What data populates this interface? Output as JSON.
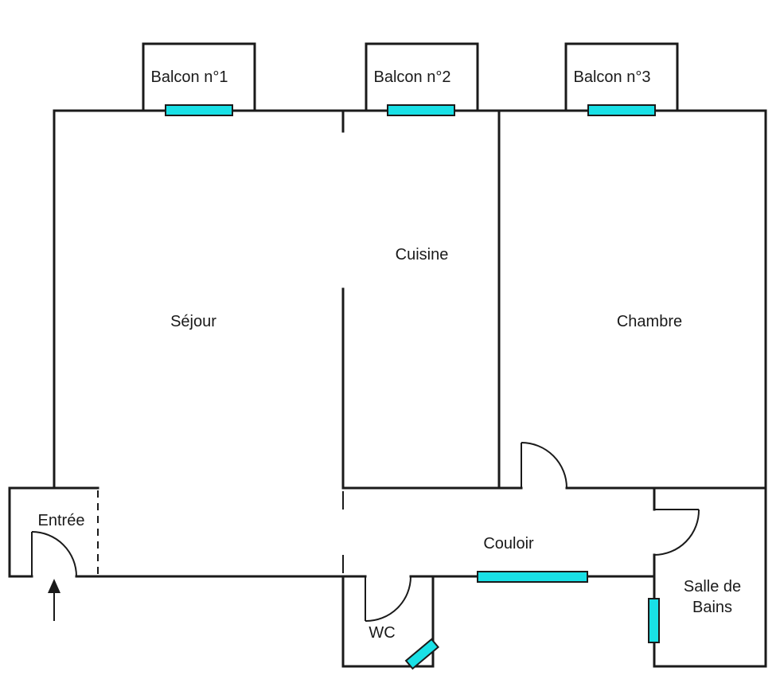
{
  "plan": {
    "colors": {
      "wall": "#1a1a1a",
      "window": "#19e0e6",
      "background": "#ffffff"
    },
    "rooms": {
      "balcon1": "Balcon n°1",
      "balcon2": "Balcon n°2",
      "balcon3": "Balcon n°3",
      "cuisine": "Cuisine",
      "sejour": "Séjour",
      "chambre": "Chambre",
      "entree": "Entrée",
      "couloir": "Couloir",
      "wc": "WC",
      "sdb_line1": "Salle de",
      "sdb_line2": "Bains"
    },
    "entrance_marker": "arrow-up-icon"
  }
}
